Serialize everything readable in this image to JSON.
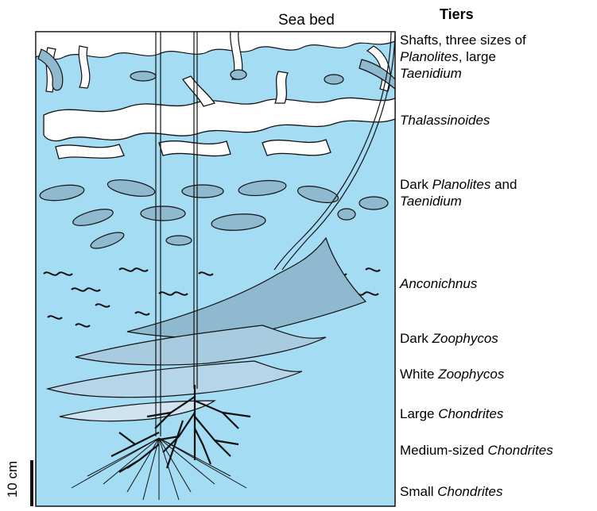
{
  "diagram": {
    "sea_bed_label": "Sea bed",
    "tiers_heading": "Tiers",
    "scale_label": "10 cm",
    "colors": {
      "sediment": "#a4dcf4",
      "burrow_white": "#ffffff",
      "burrow_dark": "#8fb9cf",
      "outline": "#111111"
    },
    "tiers": [
      {
        "id": "shafts",
        "parts": [
          "Shafts, three sizes of ",
          "Planolites",
          ", large ",
          "Taenidium"
        ]
      },
      {
        "id": "thalassinoides",
        "parts": [
          "Thalassinoides"
        ]
      },
      {
        "id": "dark-planolites",
        "parts": [
          "Dark ",
          "Planolites",
          " and ",
          "Taenidium"
        ]
      },
      {
        "id": "anconichnus",
        "parts": [
          "Anconichnus"
        ]
      },
      {
        "id": "dark-zoophycos",
        "parts": [
          "Dark ",
          "Zoophycos"
        ]
      },
      {
        "id": "white-zoophycos",
        "parts": [
          "White ",
          "Zoophycos"
        ]
      },
      {
        "id": "large-chondrites",
        "parts": [
          "Large ",
          "Chondrites"
        ]
      },
      {
        "id": "medium-chondrites",
        "parts": [
          "Medium-sized ",
          "Chondrites"
        ]
      },
      {
        "id": "small-chondrites",
        "parts": [
          "Small ",
          "Chondrites"
        ]
      }
    ]
  }
}
